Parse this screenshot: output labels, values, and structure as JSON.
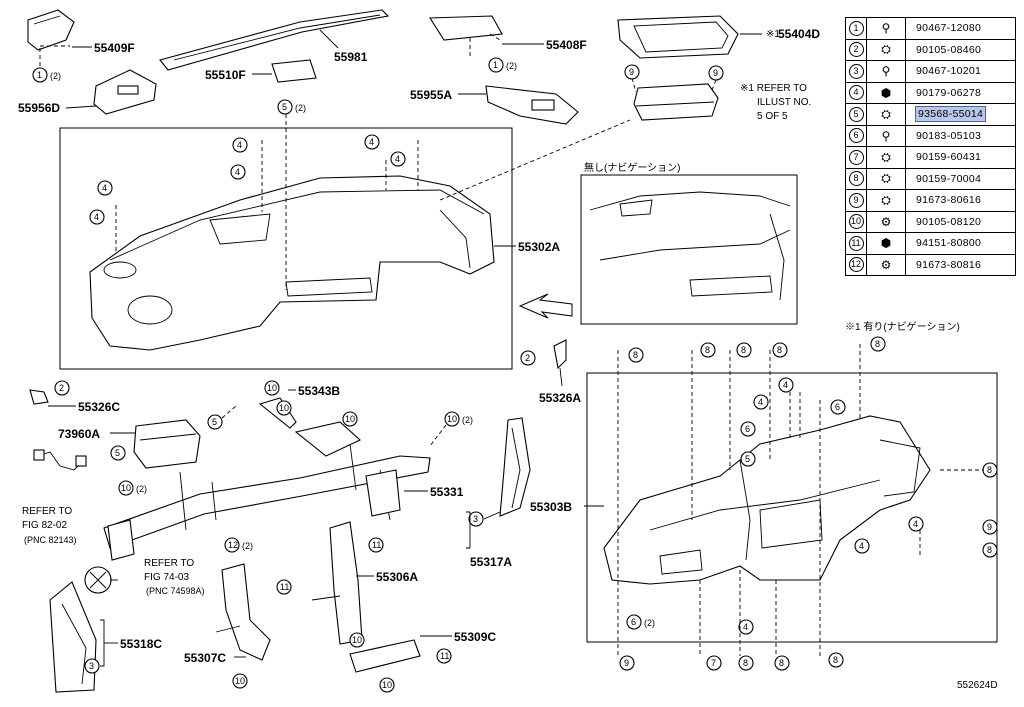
{
  "figure_code": "552624D",
  "parts": {
    "p55409F": "55409F",
    "p55981": "55981",
    "p55408F": "55408F",
    "p55404D": "55404D",
    "p55510F": "55510F",
    "p55956D": "55956D",
    "p55955A": "55955A",
    "p55302A": "55302A",
    "p55326C": "55326C",
    "p55326A": "55326A",
    "p55343B": "55343B",
    "p73960A": "73960A",
    "p55331": "55331",
    "p55303B": "55303B",
    "p55317A": "55317A",
    "p55306A": "55306A",
    "p55318C": "55318C",
    "p55309C": "55309C",
    "p55307C": "55307C"
  },
  "notes": {
    "mark1": "※1",
    "refer_illust": [
      "※1 REFER TO",
      "ILLUST NO.",
      "5 OF 5"
    ],
    "refer_fig82": [
      "REFER TO",
      "FIG 82-02",
      "(PNC 82143)"
    ],
    "refer_fig74": [
      "REFER TO",
      "FIG 74-03",
      "(PNC 74598A)"
    ],
    "nav_without": "無し(ナビゲーション)",
    "qty2": "(2)"
  },
  "legend": {
    "rows": [
      {
        "num": "1",
        "icon": "clip-icon",
        "code": "90467-12080",
        "highlight": false
      },
      {
        "num": "2",
        "icon": "screw-icon",
        "code": "90105-08460",
        "highlight": false
      },
      {
        "num": "3",
        "icon": "clip-icon",
        "code": "90467-10201",
        "highlight": false
      },
      {
        "num": "4",
        "icon": "nut-icon",
        "code": "90179-06278",
        "highlight": false
      },
      {
        "num": "5",
        "icon": "screw-icon",
        "code": "93568-55014",
        "highlight": true
      },
      {
        "num": "6",
        "icon": "clip-icon",
        "code": "90183-05103",
        "highlight": false
      },
      {
        "num": "7",
        "icon": "screw-icon",
        "code": "90159-60431",
        "highlight": false
      },
      {
        "num": "8",
        "icon": "screw-icon",
        "code": "90159-70004",
        "highlight": false
      },
      {
        "num": "9",
        "icon": "screw-icon",
        "code": "91673-80616",
        "highlight": false
      },
      {
        "num": "10",
        "icon": "bolt-icon",
        "code": "90105-08120",
        "highlight": false
      },
      {
        "num": "11",
        "icon": "nut-icon",
        "code": "94151-80800",
        "highlight": false
      },
      {
        "num": "12",
        "icon": "bolt-icon",
        "code": "91673-80816",
        "highlight": false
      }
    ],
    "note": "※1 有り(ナビゲーション)"
  }
}
